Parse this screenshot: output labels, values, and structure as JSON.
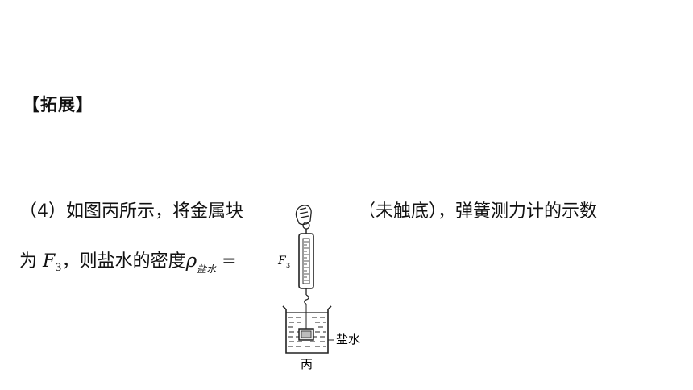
{
  "heading": "【拓展】",
  "line1": {
    "before_figure": "（4）如图丙所示，将金属块",
    "after_figure": "（未触底），弹簧测力计的示数"
  },
  "line2": {
    "prefix": "为",
    "var_main": "F",
    "var_sub": "3",
    "middle": "，则盐水的密度",
    "rho": "ρ",
    "rho_sub": "盐水",
    "suffix": " ="
  },
  "figure": {
    "force_label": "F",
    "force_sub": "3",
    "liquid_label": "盐水",
    "caption": "丙"
  }
}
